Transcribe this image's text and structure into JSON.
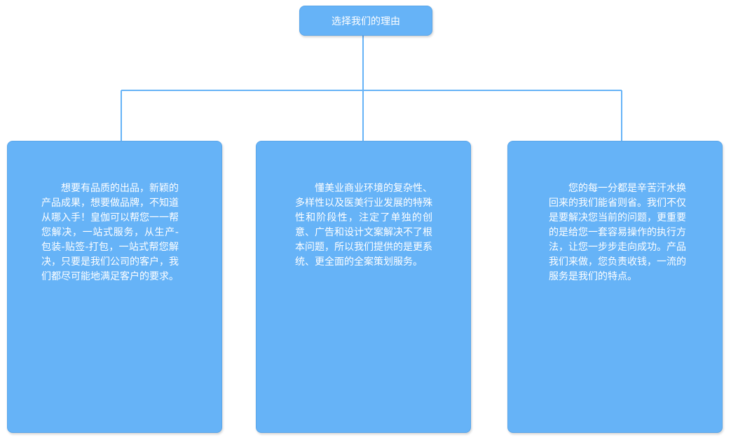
{
  "diagram": {
    "root": {
      "label": "选择我们的理由"
    },
    "cards": [
      {
        "text": "想要有品质的出品，新颖的产品成果，想要做品牌，不知道从哪入手！皇伽可以帮您一一帮您解决，一站式服务，从生产-包装-贴签-打包，一站式帮您解决，只要是我们公司的客户，我们都尽可能地满足客户的要求。"
      },
      {
        "text": "懂美业商业环境的复杂性、多样性以及医美行业发展的特殊性和阶段性，注定了单独的创意、广告和设计文案解决不了根本问题，所以我们提供的是更系统、更全面的全案策划服务。"
      },
      {
        "text": "您的每一分都是辛苦汗水换回来的我们能省则省。我们不仅是要解决您当前的问题，更重要的是给您一套容易操作的执行方法，让您一步步走向成功。产品我们来做，您负责收钱，一流的服务是我们的特点。"
      }
    ],
    "colors": {
      "box_fill": "#66b3f7",
      "connector": "#66b3f7",
      "text": "#ffffff"
    }
  }
}
